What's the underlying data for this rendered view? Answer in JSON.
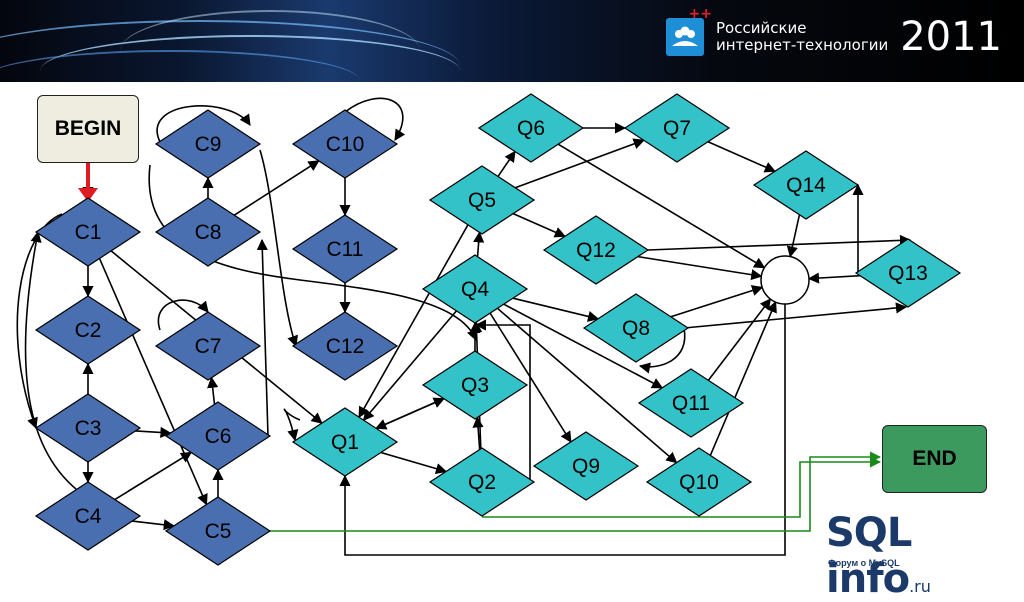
{
  "banner": {
    "line1": "Российские",
    "line2": "интернет-технологии",
    "year": "2011",
    "logo_icon": "people-icon",
    "plus_mark": "++"
  },
  "begin_label": "BEGIN",
  "end_label": "END",
  "footer": {
    "logo_main": "SQL info",
    "logo_tld": ".ru",
    "logo_sub": "Форум о MySQL"
  },
  "colors": {
    "c_node": "#4a6fb0",
    "q_node": "#33c2c7",
    "edge": "#000000",
    "begin_arrow": "#e11b22",
    "end_edge": "#1a8a1a"
  },
  "nodes": [
    {
      "id": "C1",
      "label": "C1"
    },
    {
      "id": "C2",
      "label": "C2"
    },
    {
      "id": "C3",
      "label": "C3"
    },
    {
      "id": "C4",
      "label": "C4"
    },
    {
      "id": "C5",
      "label": "C5"
    },
    {
      "id": "C6",
      "label": "C6"
    },
    {
      "id": "C7",
      "label": "C7"
    },
    {
      "id": "C8",
      "label": "C8"
    },
    {
      "id": "C9",
      "label": "C9"
    },
    {
      "id": "C10",
      "label": "C10"
    },
    {
      "id": "C11",
      "label": "C11"
    },
    {
      "id": "C12",
      "label": "C12"
    },
    {
      "id": "Q1",
      "label": "Q1"
    },
    {
      "id": "Q2",
      "label": "Q2"
    },
    {
      "id": "Q3",
      "label": "Q3"
    },
    {
      "id": "Q4",
      "label": "Q4"
    },
    {
      "id": "Q5",
      "label": "Q5"
    },
    {
      "id": "Q6",
      "label": "Q6"
    },
    {
      "id": "Q7",
      "label": "Q7"
    },
    {
      "id": "Q8",
      "label": "Q8"
    },
    {
      "id": "Q9",
      "label": "Q9"
    },
    {
      "id": "Q10",
      "label": "Q10"
    },
    {
      "id": "Q11",
      "label": "Q11"
    },
    {
      "id": "Q12",
      "label": "Q12"
    },
    {
      "id": "Q13",
      "label": "Q13"
    },
    {
      "id": "Q14",
      "label": "Q14"
    }
  ]
}
